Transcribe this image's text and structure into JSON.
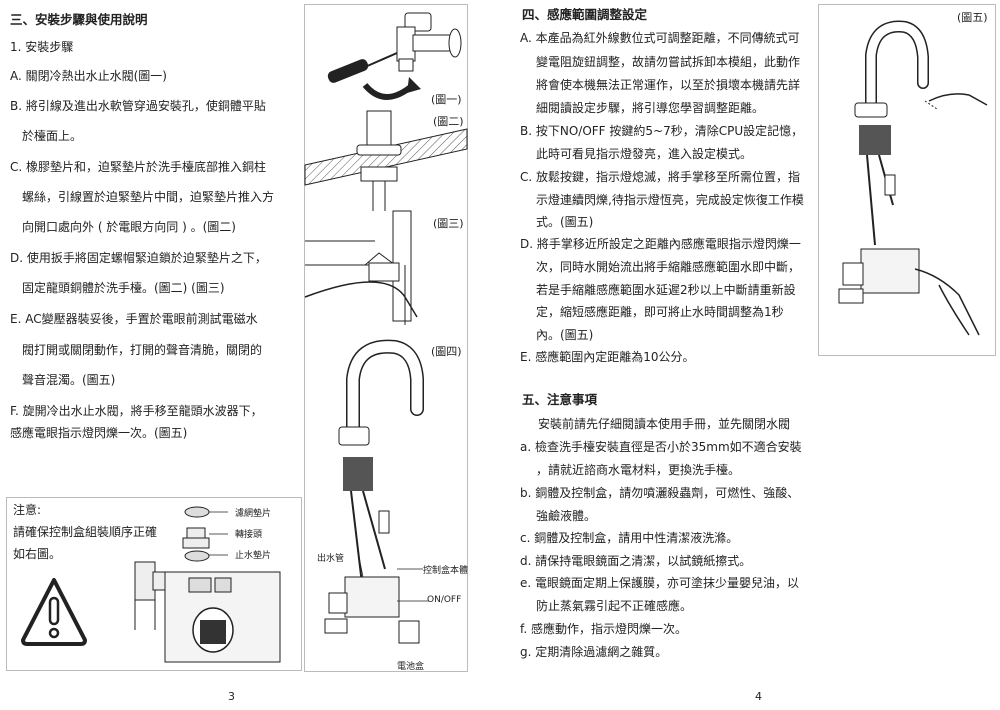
{
  "left": {
    "heading": "三、安裝步驟與使用說明",
    "step1": "1. 安裝步驟",
    "A": "A. 關閉冷熱出水止水閥(圖一)",
    "B1": "B. 將引線及進出水軟管穿過安裝孔，使銅體平貼",
    "B2": "於檯面上。",
    "C1": "C. 橡膠墊片和，迫緊墊片於洗手檯底部推入銅柱",
    "C2": "螺絲，引線置於迫緊墊片中間，迫緊墊片推入方",
    "C3": "向開口處向外 ( 於電眼方向同 ) 。(圖二)",
    "D1": "D. 使用扳手將固定螺帽緊迫鎖於迫緊墊片之下，",
    "D2": "固定龍頭銅體於洗手檯。(圖二) (圖三)",
    "E1": "E. AC變壓器裝妥後，手置於電眼前測試電磁水",
    "E2": "閥打開或關閉動作，打開的聲音清脆，關閉的",
    "E3": "聲音混濁。(圖五)",
    "F1": "F. 旋開冷出水止水閥，將手移至龍頭水波器下，",
    "F2": "感應電眼指示燈閃爍一次。(圖五)",
    "note_title": "注意:",
    "note1": "請確保控制盒組裝順序正確",
    "note2": "如右圖。",
    "parts": [
      "濾網墊片",
      "轉接頭",
      "止水墊片"
    ],
    "page": "3"
  },
  "figs": {
    "f1": "(圖一)",
    "f2": "(圖二)",
    "f3": "(圖三)",
    "f4": "(圖四)",
    "f5": "(圖五)",
    "outlet": "出水管",
    "ctrl": "控制盒本體",
    "onoff": "ON/OFF",
    "battery": "電池盒"
  },
  "right": {
    "h4": "四、感應範圍調整設定",
    "A1": "A. 本產品為紅外線數位式可調整距離，不同傳統式可",
    "A2": "變電阻旋鈕調整，故請勿嘗試拆卸本模組，此動作",
    "A3": "將會使本機無法正常運作，以至於損壞本機請先詳",
    "A4": "細閱讀設定步驟，將引導您學習調整距離。",
    "B1": "B. 按下NO/OFF 按鍵約5~7秒，清除CPU設定記憶，",
    "B2": "此時可看見指示燈發亮，進入設定模式。",
    "C1": "C. 放鬆按鍵，指示燈熄滅，將手掌移至所需位置，指",
    "C2": "示燈連續閃爍,待指示燈恆亮，完成設定恢復工作模",
    "C3": "式。(圖五)",
    "D1": "D. 將手掌移近所設定之距離內感應電眼指示燈閃爍一",
    "D2": "次，同時水開始流出將手縮離感應範圍水即中斷，",
    "D3": "若是手縮離感應範圍水延遲2秒以上中斷請重新設",
    "D4": "定，縮短感應距離，即可將止水時間調整為1秒",
    "D5": "內。(圖五)",
    "E": "E. 感應範圍內定距離為10公分。",
    "h5": "五、注意事項",
    "intro": "安裝前請先仔細閱讀本使用手冊，並先關閉水閥",
    "a1": "a. 檢查洗手檯安裝直徑是否小於35mm如不適合安裝",
    "a2": "，請就近諮商水電材料，更換洗手檯。",
    "b1": "b. 銅體及控制盒，請勿噴灑殺蟲劑，可燃性、強酸、",
    "b2": "強鹼液體。",
    "c": "c. 銅體及控制盒，請用中性清潔液洗滌。",
    "d": "d. 請保持電眼鏡面之清潔，以試鏡紙擦式。",
    "e1": "e. 電眼鏡面定期上保護膜，亦可塗抹少量嬰兒油，以",
    "e2": "防止蒸氣霧引起不正確感應。",
    "f": "f. 感應動作，指示燈閃爍一次。",
    "g": "g. 定期清除過濾網之雜質。",
    "page": "4"
  },
  "colors": {
    "ink": "#222222",
    "border": "#bbbbbb",
    "hatch": "#555555"
  }
}
